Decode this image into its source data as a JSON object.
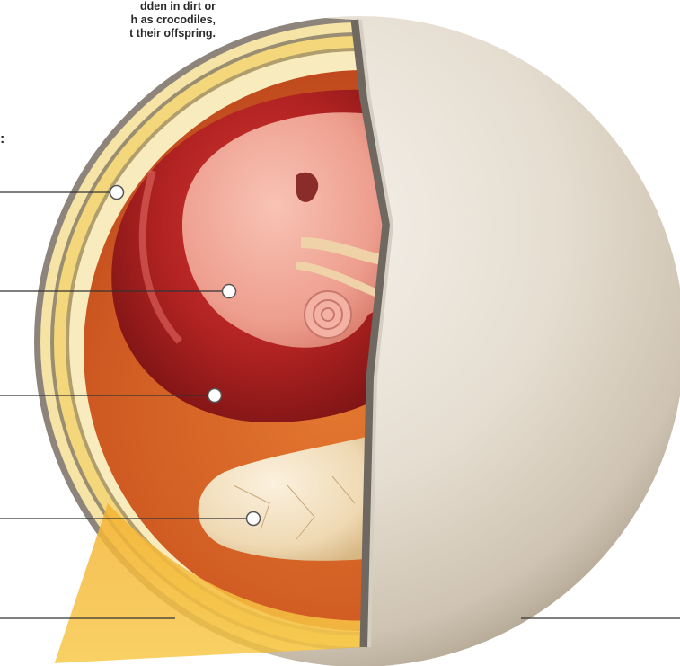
{
  "caption": {
    "lines": [
      "dden in dirt or",
      "h as crocodiles,",
      "t their offspring."
    ]
  },
  "section_marker": ":",
  "labels": [
    {
      "id": "amniotic-sac",
      "text": ""
    },
    {
      "id": "embryo",
      "text": ""
    },
    {
      "id": "amnion",
      "text": ""
    },
    {
      "id": "yolk-sac",
      "text": ""
    },
    {
      "id": "membranes",
      "text": ""
    },
    {
      "id": "shell",
      "text": ""
    }
  ],
  "colors": {
    "shell": "#e8e1d6",
    "albumen_interior": "#c9541f",
    "amniotic_fluid": "#a81d1d",
    "embryo": "#f0a899",
    "yolk": "#f2dfbf",
    "membrane_yellow": "#f3d77a",
    "leader_line": "#333333"
  }
}
